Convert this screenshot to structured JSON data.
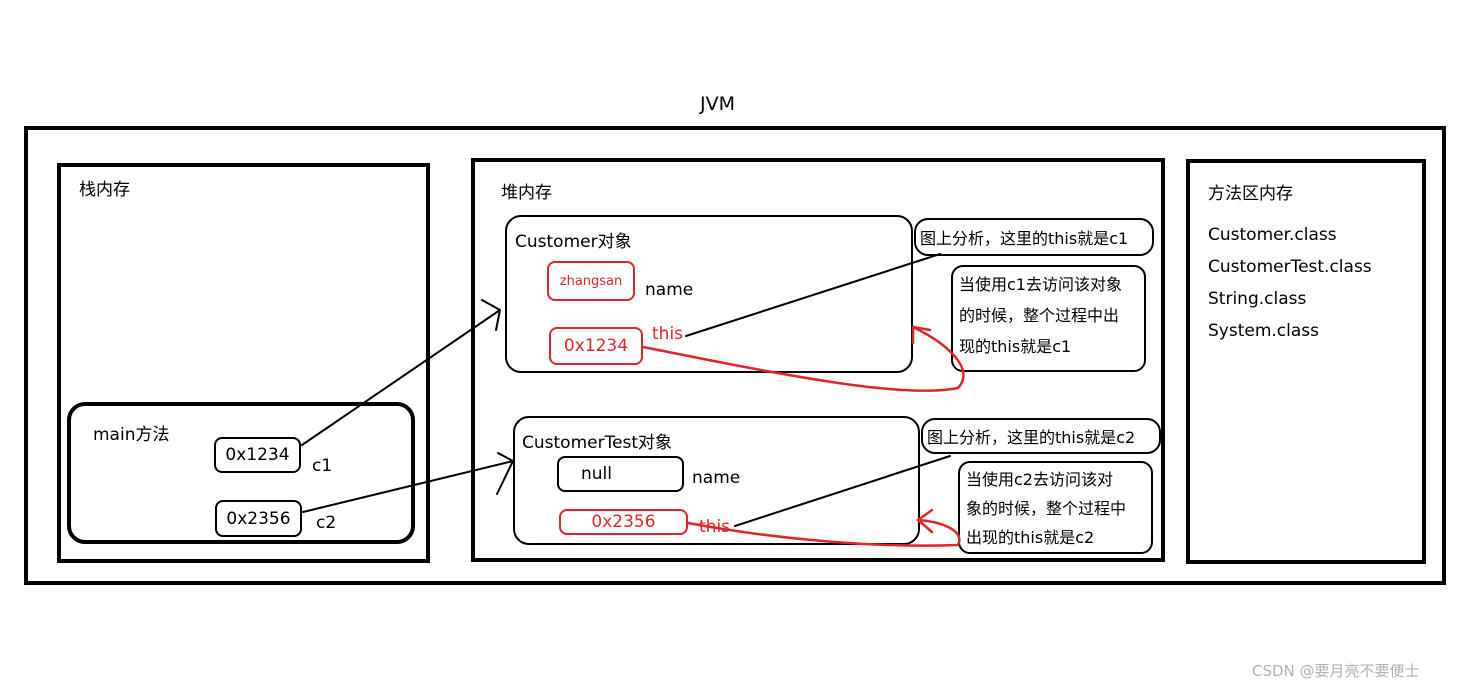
{
  "title": "JVM",
  "stack": {
    "label": "栈内存",
    "frame": {
      "label": "main方法",
      "vars": [
        {
          "value": "0x1234",
          "name": "c1"
        },
        {
          "value": "0x2356",
          "name": "c2"
        }
      ]
    }
  },
  "heap": {
    "label": "堆内存",
    "objects": [
      {
        "label": "Customer对象",
        "field_value": "zhangsan",
        "field_name": "name",
        "this_value": "0x1234",
        "this_label": "this",
        "callout": "图上分析，这里的this就是c1",
        "note_lines": [
          "当使用c1去访问该对象",
          "的时候，整个过程中出",
          "现的this就是c1"
        ]
      },
      {
        "label": "CustomerTest对象",
        "field_value": "null",
        "field_name": "name",
        "this_value": "0x2356",
        "this_label": "this",
        "callout": "图上分析，这里的this就是c2",
        "note_lines": [
          "当使用c2去访问该对",
          "象的时候，整个过程中",
          "出现的this就是c2"
        ]
      }
    ]
  },
  "method_area": {
    "label": "方法区内存",
    "classes": [
      "Customer.class",
      "CustomerTest.class",
      "String.class",
      "System.class"
    ]
  },
  "watermark": "CSDN @要月亮不要便士",
  "colors": {
    "ink": "#000000",
    "accent": "#e0252b",
    "watermark": "#b0b0b0"
  }
}
